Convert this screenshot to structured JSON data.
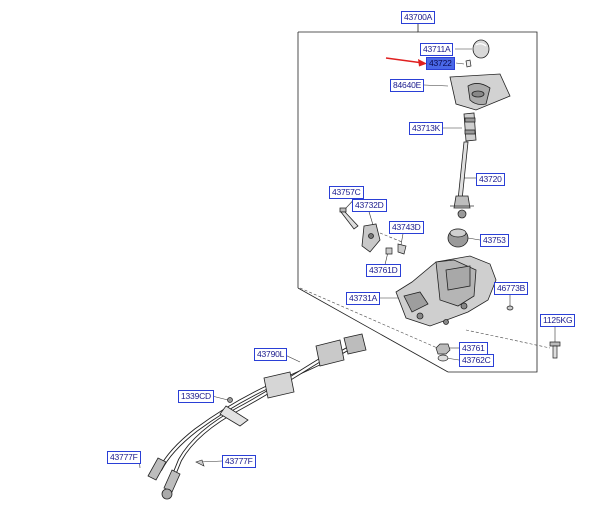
{
  "diagram": {
    "assembly_label": "43700A",
    "parts": {
      "p43711A": "43711A",
      "p43722": "43722",
      "p84640E": "84640E",
      "p43713K": "43713K",
      "p43720": "43720",
      "p43757C": "43757C",
      "p43732D": "43732D",
      "p43743D": "43743D",
      "p43753": "43753",
      "p43761D": "43761D",
      "p46773B": "46773B",
      "p43731A": "43731A",
      "p1125KG": "1125KG",
      "p43761": "43761",
      "p43762C": "43762C",
      "p43790L": "43790L",
      "p1339CD": "1339CD",
      "p43777F_left": "43777F",
      "p43777F_mid": "43777F"
    },
    "selected_part": "43722",
    "colors": {
      "label_border": "#2a3fd6",
      "highlight": "#4a68e8",
      "arrow": "#e02020"
    }
  }
}
